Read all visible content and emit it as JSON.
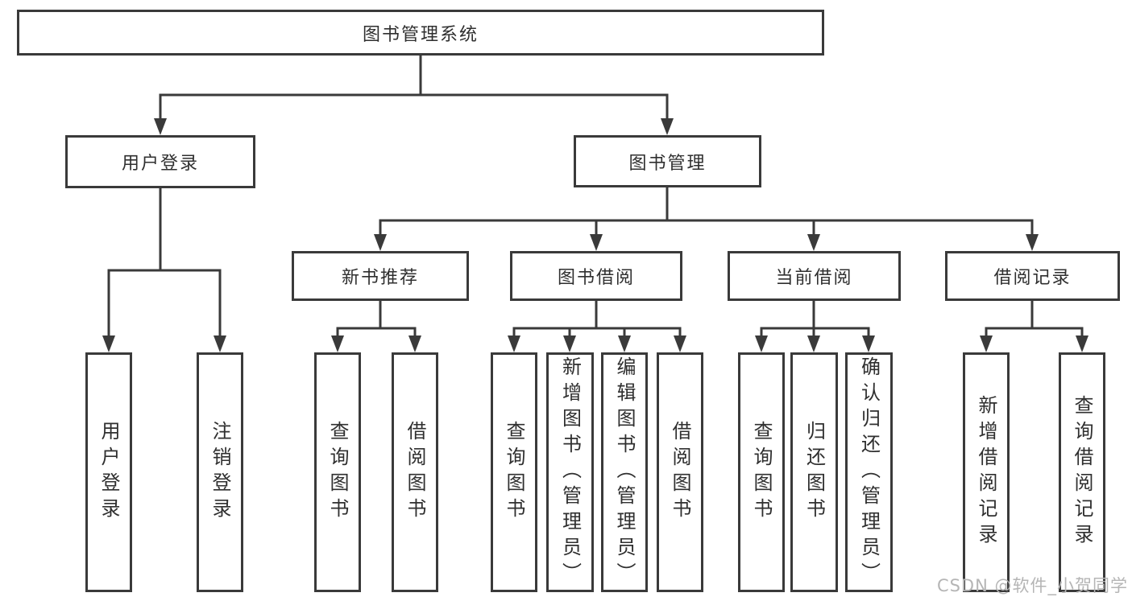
{
  "diagram": {
    "title": "图书管理系统",
    "root": {
      "label": "图书管理系统"
    },
    "branches": [
      {
        "label": "用户登录",
        "children": [
          {
            "label": "用户登录"
          },
          {
            "label": "注销登录"
          }
        ]
      },
      {
        "label": "图书管理",
        "children": [
          {
            "label": "新书推荐",
            "children": [
              {
                "label": "查询图书"
              },
              {
                "label": "借阅图书"
              }
            ]
          },
          {
            "label": "图书借阅",
            "children": [
              {
                "label": "查询图书"
              },
              {
                "label": "新增图书（管理员）"
              },
              {
                "label": "编辑图书（管理员）"
              },
              {
                "label": "借阅图书"
              }
            ]
          },
          {
            "label": "当前借阅",
            "children": [
              {
                "label": "查询图书"
              },
              {
                "label": "归还图书"
              },
              {
                "label": "确认归还（管理员）"
              }
            ]
          },
          {
            "label": "借阅记录",
            "children": [
              {
                "label": "新增借阅记录"
              },
              {
                "label": "查询借阅记录"
              }
            ]
          }
        ]
      }
    ]
  },
  "watermark": {
    "text": "CSDN @软件_小贺同学"
  },
  "colors": {
    "line": "#3a3a3a",
    "border": "#3a3a3a",
    "text": "#2f2f2f",
    "watermark": "#b5b5b5",
    "background": "#ffffff"
  }
}
